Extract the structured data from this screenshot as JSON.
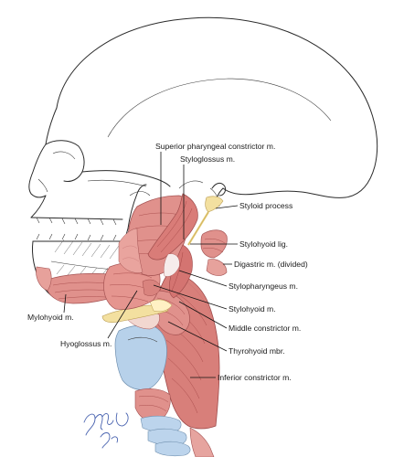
{
  "labels": {
    "superior_pharyngeal_constrictor": "Superior pharyngeal constrictor m.",
    "styloglossus": "Styloglossus m.",
    "styloid_process": "Styloid process",
    "stylohyoid_lig": "Stylohyoid lig.",
    "digastric": "Digastric m. (divided)",
    "stylopharyngeus": "Stylopharyngeus m.",
    "mylohyoid": "Mylohyoid m.",
    "stylohyoid": "Stylohyoid m.",
    "middle_constrictor": "Middle constrictor m.",
    "hyoglossus": "Hyoglossus m.",
    "thyrohyoid_mbr": "Thyrohyoid mbr.",
    "inferior_constrictor": "Inferior constrictor m."
  },
  "colors": {
    "muscle": "#e0918c",
    "muscle_dark": "#c86d69",
    "muscle_light": "#f0b8b2",
    "cartilage": "#b7d1ea",
    "ligament": "#f3e0a0",
    "bone_line": "#2b2b2b"
  }
}
